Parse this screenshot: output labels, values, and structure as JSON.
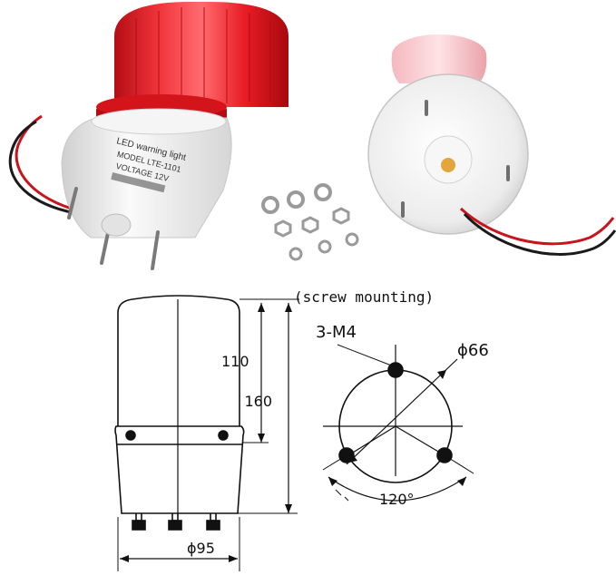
{
  "photo": {
    "light_label_lines": [
      "LED warning light",
      "MODEL LTE-1101",
      "VOLTAGE 12V"
    ]
  },
  "drawing": {
    "side_view": {
      "mount_note": "(screw mounting)",
      "dim_cap_height": "110",
      "dim_total_height": "160",
      "dim_diameter": "ϕ95"
    },
    "bottom_view": {
      "screw_spec": "3-M4",
      "bolt_circle": "ϕ66",
      "angle": "120°"
    }
  },
  "colors": {
    "lens_red": "#e01a22",
    "base_white": "#f1f1f1",
    "line": "#111111"
  }
}
